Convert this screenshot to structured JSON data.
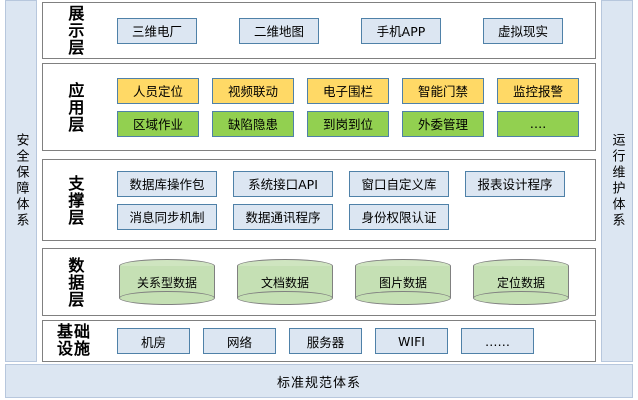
{
  "sides": {
    "left_band": "安全保障体系",
    "right_band": "运行维护体系",
    "bottom_band": "标准规范体系"
  },
  "layers": [
    {
      "key": "presentation",
      "label": "展示层",
      "label_style": "vertical",
      "rows": [
        {
          "style": "blue",
          "items": [
            {
              "label": "三维电厂"
            },
            {
              "label": "二维地图"
            },
            {
              "label": "手机APP"
            },
            {
              "label": "虚拟现实"
            }
          ]
        }
      ]
    },
    {
      "key": "application",
      "label": "应用层",
      "label_style": "vertical",
      "rows": [
        {
          "style": "amber",
          "items": [
            {
              "label": "人员定位"
            },
            {
              "label": "视频联动"
            },
            {
              "label": "电子围栏"
            },
            {
              "label": "智能门禁"
            },
            {
              "label": "监控报警"
            }
          ]
        },
        {
          "style": "green",
          "items": [
            {
              "label": "区域作业"
            },
            {
              "label": "缺陷隐患"
            },
            {
              "label": "到岗到位"
            },
            {
              "label": "外委管理"
            },
            {
              "label": "…."
            }
          ]
        }
      ]
    },
    {
      "key": "support",
      "label": "支撑层",
      "label_style": "vertical",
      "rows": [
        {
          "style": "blue",
          "items": [
            {
              "label": "数据库操作包"
            },
            {
              "label": "系统接口API"
            },
            {
              "label": "窗口自定义库"
            },
            {
              "label": "报表设计程序"
            }
          ]
        },
        {
          "style": "blue",
          "items": [
            {
              "label": "消息同步机制"
            },
            {
              "label": "数据通讯程序"
            },
            {
              "label": "身份权限认证"
            }
          ]
        }
      ]
    },
    {
      "key": "data",
      "label": "数据层",
      "label_style": "vertical",
      "rows": [
        {
          "style": "cylinder",
          "items": [
            {
              "label": "关系型数据"
            },
            {
              "label": "文档数据"
            },
            {
              "label": "图片数据"
            },
            {
              "label": "定位数据"
            }
          ]
        }
      ]
    },
    {
      "key": "infrastructure",
      "label": "基础设施",
      "label_style": "grid2",
      "rows": [
        {
          "style": "blue",
          "items": [
            {
              "label": "机房"
            },
            {
              "label": "网络"
            },
            {
              "label": "服务器"
            },
            {
              "label": "WIFI"
            },
            {
              "label": "……"
            }
          ]
        }
      ]
    }
  ],
  "colors": {
    "band_fill": "#dce6f2",
    "band_border": "#b7c7dd",
    "node_blue_fill": "#dce6f2",
    "node_amber_fill": "#ffd966",
    "node_green_fill": "#92d050",
    "node_border": "#4f81a8",
    "cylinder_fill": "#c5e0b4",
    "cylinder_border": "#808080",
    "layer_border": "#808080"
  }
}
